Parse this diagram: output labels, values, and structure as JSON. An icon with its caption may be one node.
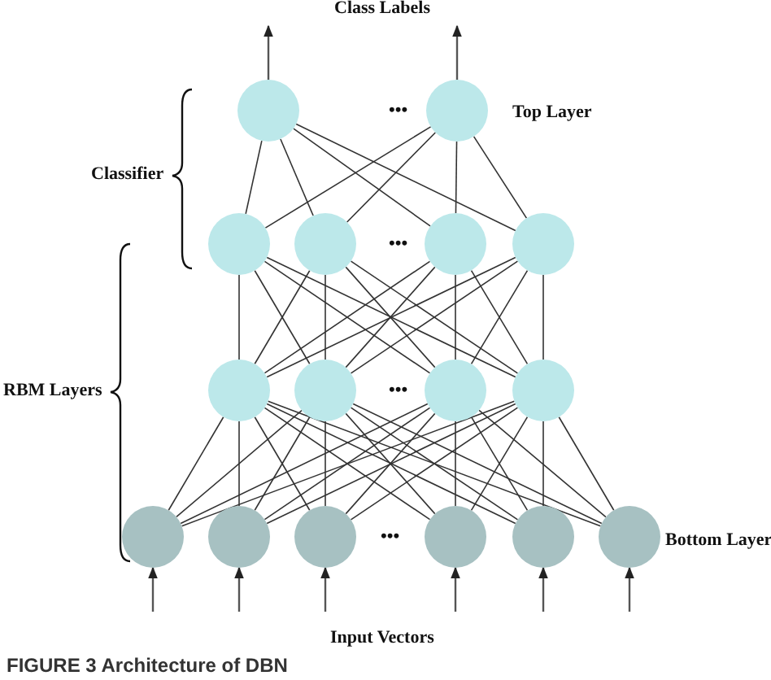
{
  "diagram": {
    "caption": "FIGURE 3 Architecture of DBN",
    "nodes": [
      {
        "text": [],
        "shape": "circle"
      },
      {
        "text": [],
        "shape": "circle"
      },
      {
        "text": [],
        "shape": "circle"
      },
      {
        "text": [],
        "shape": "circle"
      },
      {
        "text": [],
        "shape": "circle"
      },
      {
        "text": [],
        "shape": "circle"
      },
      {
        "text": [],
        "shape": "circle"
      },
      {
        "text": [],
        "shape": "circle"
      },
      {
        "text": [],
        "shape": "circle"
      },
      {
        "text": [],
        "shape": "circle"
      },
      {
        "text": [],
        "shape": "circle"
      },
      {
        "text": [],
        "shape": "circle"
      },
      {
        "text": [],
        "shape": "circle"
      },
      {
        "text": [],
        "shape": "circle"
      },
      {
        "text": [],
        "shape": "circle"
      },
      {
        "text": [],
        "shape": "circle"
      }
    ],
    "edges": [
      {
        "from": 0,
        "to": null,
        "arrow": "to"
      },
      {
        "from": 1,
        "to": null,
        "arrow": "to"
      },
      {
        "from": 0,
        "to": 2,
        "arrow": "none"
      },
      {
        "from": 0,
        "to": 3,
        "arrow": "none"
      },
      {
        "from": 0,
        "to": 4,
        "arrow": "none"
      },
      {
        "from": 0,
        "to": 5,
        "arrow": "none"
      },
      {
        "from": 1,
        "to": 2,
        "arrow": "none"
      },
      {
        "from": 1,
        "to": 3,
        "arrow": "none"
      },
      {
        "from": 1,
        "to": 4,
        "arrow": "none"
      },
      {
        "from": 1,
        "to": 5,
        "arrow": "none"
      },
      {
        "from": 2,
        "to": 6,
        "arrow": "none"
      },
      {
        "from": 2,
        "to": 7,
        "arrow": "none"
      },
      {
        "from": 2,
        "to": 8,
        "arrow": "none"
      },
      {
        "from": 2,
        "to": 9,
        "arrow": "none"
      },
      {
        "from": 3,
        "to": 6,
        "arrow": "none"
      },
      {
        "from": 3,
        "to": 7,
        "arrow": "none"
      },
      {
        "from": 3,
        "to": 8,
        "arrow": "none"
      },
      {
        "from": 3,
        "to": 9,
        "arrow": "none"
      },
      {
        "from": 4,
        "to": 6,
        "arrow": "none"
      },
      {
        "from": 4,
        "to": 7,
        "arrow": "none"
      },
      {
        "from": 4,
        "to": 8,
        "arrow": "none"
      },
      {
        "from": 4,
        "to": 9,
        "arrow": "none"
      },
      {
        "from": 5,
        "to": 6,
        "arrow": "none"
      },
      {
        "from": 5,
        "to": 7,
        "arrow": "none"
      },
      {
        "from": 5,
        "to": 8,
        "arrow": "none"
      },
      {
        "from": 5,
        "to": 9,
        "arrow": "none"
      },
      {
        "from": 6,
        "to": 10,
        "arrow": "none"
      },
      {
        "from": 6,
        "to": 11,
        "arrow": "none"
      },
      {
        "from": 6,
        "to": 12,
        "arrow": "none"
      },
      {
        "from": 6,
        "to": 13,
        "arrow": "none"
      },
      {
        "from": 6,
        "to": 14,
        "arrow": "none"
      },
      {
        "from": 6,
        "to": 15,
        "arrow": "none"
      },
      {
        "from": 7,
        "to": 10,
        "arrow": "none"
      },
      {
        "from": 7,
        "to": 11,
        "arrow": "none"
      },
      {
        "from": 7,
        "to": 12,
        "arrow": "none"
      },
      {
        "from": 7,
        "to": 13,
        "arrow": "none"
      },
      {
        "from": 7,
        "to": 14,
        "arrow": "none"
      },
      {
        "from": 7,
        "to": 15,
        "arrow": "none"
      },
      {
        "from": 8,
        "to": 10,
        "arrow": "none"
      },
      {
        "from": 8,
        "to": 11,
        "arrow": "none"
      },
      {
        "from": 8,
        "to": 12,
        "arrow": "none"
      },
      {
        "from": 8,
        "to": 13,
        "arrow": "none"
      },
      {
        "from": 8,
        "to": 14,
        "arrow": "none"
      },
      {
        "from": 8,
        "to": 15,
        "arrow": "none"
      },
      {
        "from": 9,
        "to": 10,
        "arrow": "none"
      },
      {
        "from": 9,
        "to": 11,
        "arrow": "none"
      },
      {
        "from": 9,
        "to": 12,
        "arrow": "none"
      },
      {
        "from": 9,
        "to": 13,
        "arrow": "none"
      },
      {
        "from": 9,
        "to": 14,
        "arrow": "none"
      },
      {
        "from": 9,
        "to": 15,
        "arrow": "none"
      },
      {
        "from": null,
        "to": 10,
        "arrow": "to"
      },
      {
        "from": null,
        "to": 11,
        "arrow": "to"
      },
      {
        "from": null,
        "to": 12,
        "arrow": "to"
      },
      {
        "from": null,
        "to": 13,
        "arrow": "to"
      },
      {
        "from": null,
        "to": 14,
        "arrow": "to"
      },
      {
        "from": null,
        "to": 15,
        "arrow": "to"
      }
    ],
    "labels": [
      "Class Labels",
      "•••",
      "Top Layer",
      "Classifier",
      "•••",
      "RBM Layers",
      "•••",
      "•••",
      "Bottom Layer",
      "Input Vectors"
    ]
  }
}
